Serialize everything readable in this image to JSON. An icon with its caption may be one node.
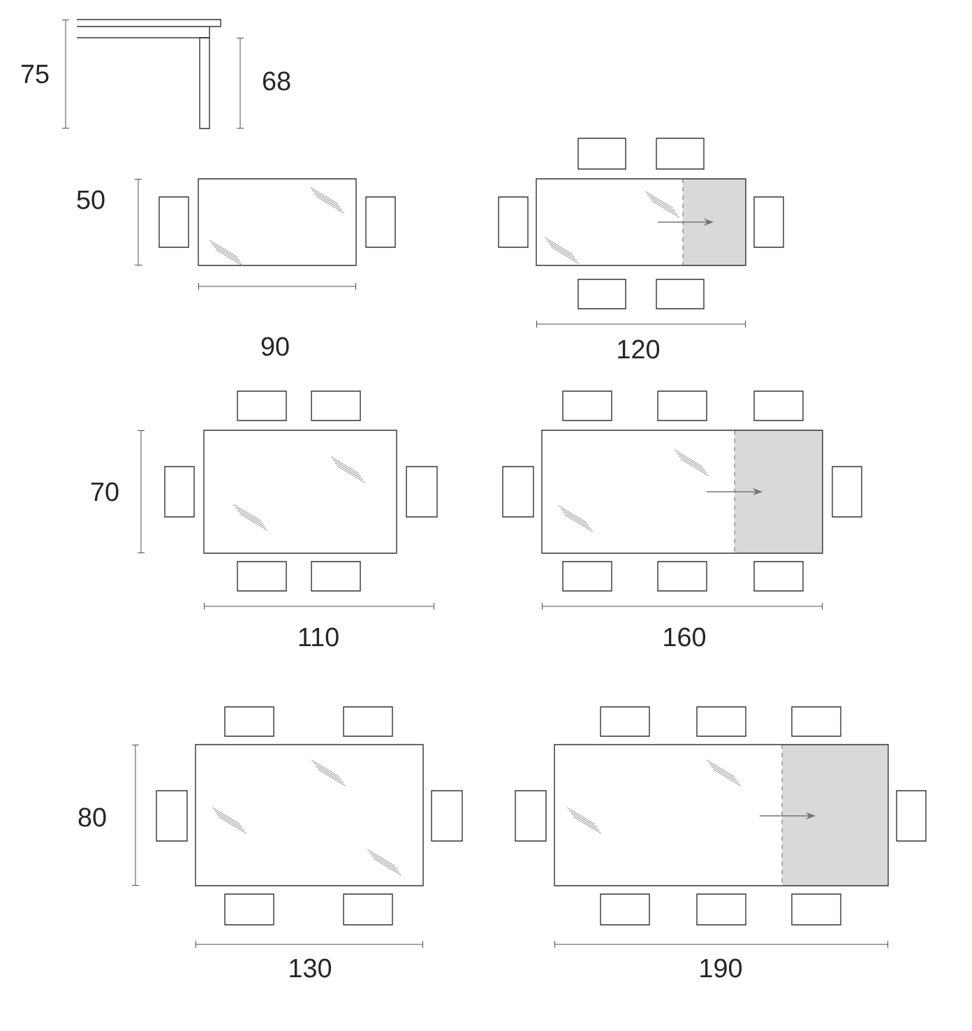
{
  "diagram": {
    "labels": [
      "75",
      "68",
      "50",
      "90",
      "120",
      "70",
      "110",
      "160",
      "80",
      "130",
      "190"
    ]
  }
}
